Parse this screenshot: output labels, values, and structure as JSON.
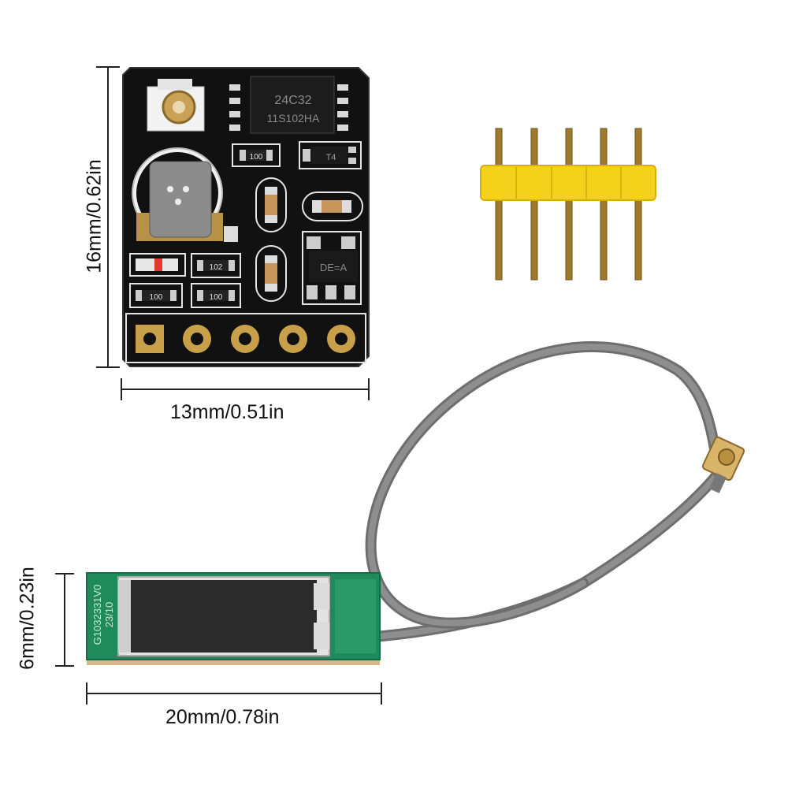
{
  "dimensions": {
    "board_height": "16mm/0.62in",
    "board_width": "13mm/0.51in",
    "antenna_height": "6mm/0.23in",
    "antenna_width": "20mm/0.78in"
  },
  "chip_markings": {
    "eeprom_line1": "24C32",
    "eeprom_line2": "11S102HA",
    "resistor_a": "100",
    "resistor_b": "102",
    "resistor_c": "100",
    "resistor_d": "100",
    "transistor": "T4",
    "regulator": "DE=A",
    "antenna_line1": "G1032331V0",
    "antenna_line2": "23/10"
  },
  "colors": {
    "pcb_black": "#111111",
    "gold_pad": "#c9a04a",
    "header_yellow": "#f4d21c",
    "cable_gray": "#7d7d7d",
    "antenna_green": "#1f8a5c"
  }
}
